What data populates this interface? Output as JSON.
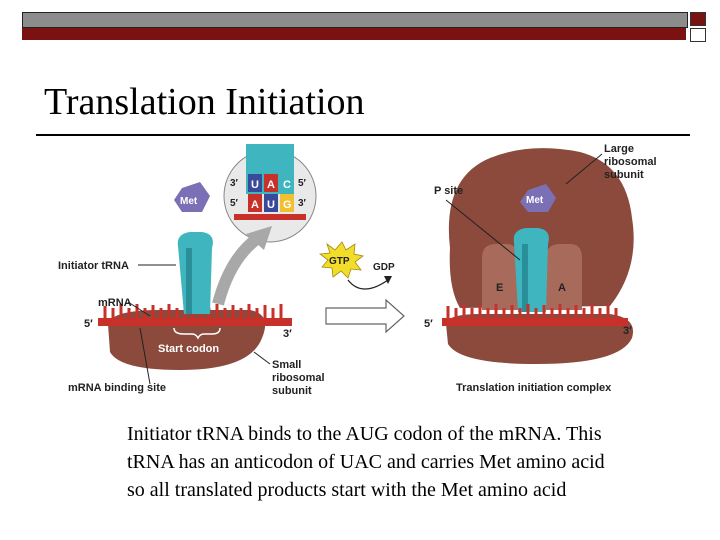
{
  "slide": {
    "title": "Translation Initiation",
    "caption": "Initiator tRNA binds to the AUG codon of the mRNA.  This tRNA has an anticodon of UAC and carries Met amino acid so all translated products start with the Met amino acid"
  },
  "diagram": {
    "labels": {
      "initiator_trna": "Initiator tRNA",
      "mrna": "mRNA",
      "five_prime_left": "5′",
      "three_prime_left": "3′",
      "start_codon": "Start codon",
      "small_subunit_1": "Small",
      "small_subunit_2": "ribosomal",
      "small_subunit_3": "subunit",
      "mrna_binding_site": "mRNA binding site",
      "met_left": "Met",
      "met_right": "Met",
      "gtp": "GTP",
      "gdp": "GDP",
      "p_site": "P site",
      "large_subunit_1": "Large",
      "large_subunit_2": "ribosomal",
      "large_subunit_3": "subunit",
      "e_site": "E",
      "a_site": "A",
      "five_prime_right": "5′",
      "three_prime_right": "3′",
      "complex": "Translation initiation complex",
      "inset_3a": "3′",
      "inset_5a": "5′",
      "inset_5b": "5′",
      "inset_3b": "3′",
      "anticodon_u": "U",
      "anticodon_a": "A",
      "anticodon_c": "C",
      "codon_a": "A",
      "codon_u": "U",
      "codon_g": "G"
    },
    "colors": {
      "ribosome": "#8b4a3c",
      "trna": "#3fb5c0",
      "mrna": "#c8302a",
      "met": "#7b6fb5",
      "gtp": "#f2dd2a",
      "arrow": "#a8a8a8"
    }
  }
}
